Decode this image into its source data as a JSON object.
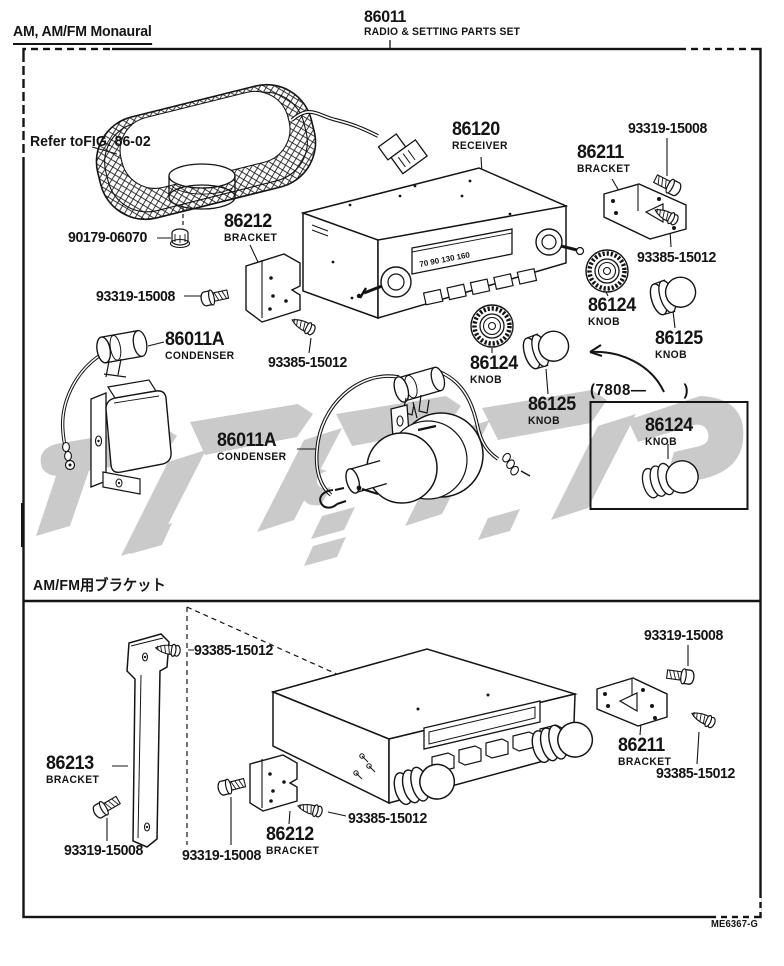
{
  "page": {
    "title": "AM, AM/FM Monaural",
    "set_number": "86011",
    "set_name": "RADIO & SETTING PARTS SET",
    "note_line1": "Refer to",
    "note_line2": "FIG. 86-02",
    "section2_title": "AM/FM用ブラケット",
    "inset_caption": "(7808—        )",
    "doc_code": "ME6367-G"
  },
  "receiver": {
    "dial_numbers": "70  90  130  160"
  },
  "labels": {
    "receiver": {
      "number": "86120",
      "name": "RECEIVER"
    },
    "bolt_top_right": {
      "number": "93319-15008"
    },
    "bracket_top_right": {
      "number": "86211",
      "name": "BRACKET"
    },
    "screw_right": {
      "number": "93385-15012"
    },
    "knob_right_1": {
      "number": "86124",
      "name": "KNOB"
    },
    "knob_right_2": {
      "number": "86125",
      "name": "KNOB"
    },
    "speaker_nut": {
      "number": "90179-06070"
    },
    "bracket_upper_left": {
      "number": "86212",
      "name": "BRACKET"
    },
    "bolt_upper_left": {
      "number": "93319-15008"
    },
    "condenser_1": {
      "number": "86011A",
      "name": "CONDENSER"
    },
    "screw_mid": {
      "number": "93385-15012"
    },
    "knob_center_1": {
      "number": "86124",
      "name": "KNOB"
    },
    "knob_center_2": {
      "number": "86125",
      "name": "KNOB"
    },
    "condenser_2": {
      "number": "86011A",
      "name": "CONDENSER"
    },
    "knob_inset": {
      "number": "86124",
      "name": "KNOB"
    },
    "screw_lower_left": {
      "number": "93385-15012"
    },
    "bracket_86213": {
      "number": "86213",
      "name": "BRACKET"
    },
    "bolt_bottom_right": {
      "number": "93319-15008"
    },
    "bracket_bottom_right": {
      "number": "86211",
      "name": "BRACKET"
    },
    "screw_bottom_right": {
      "number": "93385-15012"
    },
    "screw_bottom_center": {
      "number": "93385-15012"
    },
    "bracket_bottom": {
      "number": "86212",
      "name": "BRACKET"
    },
    "bolt_bottom_1": {
      "number": "93319-15008"
    },
    "bolt_bottom_2": {
      "number": "93319-15008"
    }
  },
  "colors": {
    "ink": "#141414",
    "watermark": "#cacaca",
    "paper": "#ffffff"
  }
}
